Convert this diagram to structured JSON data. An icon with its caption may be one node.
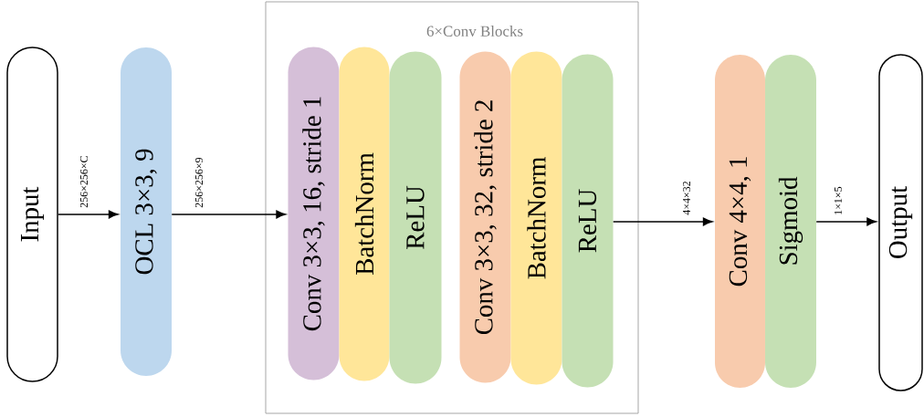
{
  "diagram": {
    "nodes": [
      {
        "text": [
          "Input"
        ]
      },
      {
        "text": [
          "OCL 3×3, 9"
        ]
      },
      {
        "text": [
          "6×Conv Blocks"
        ]
      },
      {
        "text": [
          "Conv 3×3, 16, stride 1"
        ],
        "in": 2
      },
      {
        "text": [
          "BatchNorm"
        ],
        "in": 2
      },
      {
        "text": [
          "ReLU"
        ],
        "in": 2
      },
      {
        "text": [
          "Conv 3×3, 32, stride 2"
        ],
        "in": 2
      },
      {
        "text": [
          "BatchNorm"
        ],
        "in": 2
      },
      {
        "text": [
          "ReLU"
        ],
        "in": 2
      },
      {
        "text": [
          "Conv 4×4, 1"
        ]
      },
      {
        "text": [
          "Sigmoid"
        ]
      },
      {
        "text": [
          "Output"
        ]
      }
    ],
    "edges": [
      {
        "from": 0,
        "to": 1,
        "arrow": "to",
        "label": "256×256×C"
      },
      {
        "from": 1,
        "to": 3,
        "arrow": "to",
        "label": "256×256×9"
      },
      {
        "from": 8,
        "to": 9,
        "arrow": "to",
        "label": "4×4×32"
      },
      {
        "from": 10,
        "to": 11,
        "arrow": "to",
        "label": "1×1×5"
      }
    ]
  }
}
